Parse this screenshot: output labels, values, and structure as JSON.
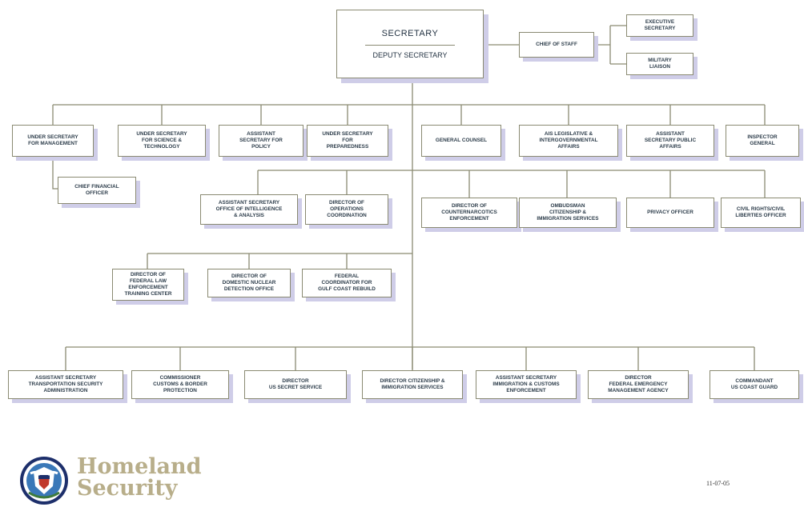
{
  "secretary": {
    "title": "SECRETARY",
    "deputy": "DEPUTY SECRETARY"
  },
  "chief_of_staff": "CHIEF OF STAFF",
  "staff_units": [
    "EXECUTIVE\nSECRETARY",
    "MILITARY\nLIAISON"
  ],
  "tier1": [
    "UNDER SECRETARY\nFOR MANAGEMENT",
    "UNDER SECRETARY\nFOR SCIENCE &\nTECHNOLOGY",
    "ASSISTANT\nSECRETARY FOR\nPOLICY",
    "UNDER SECRETARY\nFOR\nPREPAREDNESS",
    "GENERAL COUNSEL",
    "AIS LEGISLATIVE &\nINTERGOVERNMENTAL\nAFFAIRS",
    "ASSISTANT\nSECRETARY PUBLIC\nAFFAIRS",
    "INSPECTOR\nGENERAL"
  ],
  "cfo": "CHIEF FINANCIAL\nOFFICER",
  "tier2": [
    "ASSISTANT SECRETARY\nOFFICE OF INTELLIGENCE\n& ANALYSIS",
    "DIRECTOR OF\nOPERATIONS\nCOORDINATION",
    "DIRECTOR OF\nCOUNTERNARCOTICS\nENFORCEMENT",
    "OMBUDSMAN\nCITIZENSHIP &\nIMMIGRATION SERVICES",
    "PRIVACY OFFICER",
    "CIVIL RIGHTS/CIVIL\nLIBERTIES OFFICER"
  ],
  "tier3": [
    "DIRECTOR OF\nFEDERAL LAW\nENFORCEMENT\nTRAINING CENTER",
    "DIRECTOR OF\nDOMESTIC NUCLEAR\nDETECTION OFFICE",
    "FEDERAL\nCOORDINATOR FOR\nGULF COAST REBUILD"
  ],
  "tier4": [
    "ASSISTANT SECRETARY\nTRANSPORTATION SECURITY\nADMINISTRATION",
    "COMMISSIONER\nCUSTOMS & BORDER\nPROTECTION",
    "DIRECTOR\nUS SECRET SERVICE",
    "DIRECTOR CITIZENSHIP &\nIMMIGRATION SERVICES",
    "ASSISTANT SECRETARY\nIMMIGRATION & CUSTOMS\nENFORCEMENT",
    "DIRECTOR\nFEDERAL EMERGENCY\nMANAGEMENT AGENCY",
    "COMMANDANT\nUS COAST GUARD"
  ],
  "brand": {
    "line1": "Homeland",
    "line2": "Security"
  },
  "date": "11-07-05",
  "colors": {
    "line": "#8a8a72",
    "shadow": "#cfcde8",
    "brand": "#b8ae8a"
  }
}
